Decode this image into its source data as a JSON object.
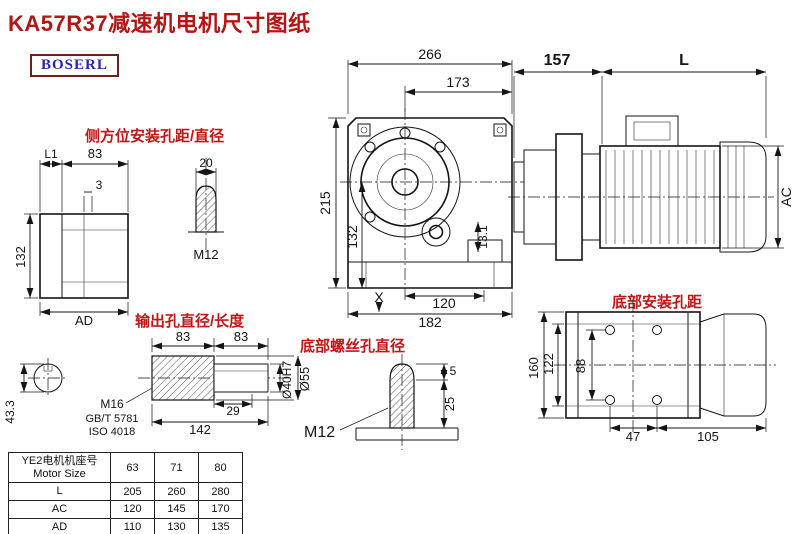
{
  "title": "KA57R37减速机电机尺寸图纸",
  "logo": "BOSERL",
  "front": {
    "d266": "266",
    "d173": "173",
    "d215": "215",
    "d132": "132",
    "d120": "120",
    "d182": "182",
    "d131": "13.1",
    "x": "X"
  },
  "motor": {
    "d157": "157",
    "l": "L",
    "ac": "AC"
  },
  "side": {
    "label": "侧方位安装孔距/直径",
    "l1": "L1",
    "d83": "83",
    "d3": "3",
    "d20": "20",
    "d132": "132",
    "ad": "AD",
    "m12": "M12"
  },
  "output": {
    "label": "输出孔直径/长度",
    "d83a": "83",
    "d83b": "83",
    "m16": "M16",
    "gbt": "GB/T 5781",
    "iso": "ISO 4018",
    "d29": "29",
    "d142": "142",
    "d433": "43.3",
    "d40": "Ø40H7",
    "d55": "Ø55"
  },
  "bscrew": {
    "label": "底部螺丝孔直径",
    "m12": "M12",
    "d25": "25",
    "d5": "5"
  },
  "bmount": {
    "label": "底部安装孔距",
    "d160": "160",
    "d122": "122",
    "d88": "88",
    "d47": "47",
    "d105": "105"
  },
  "table": {
    "header_cn": "YE2电机机座号",
    "header_en": "Motor Size",
    "sizes": [
      "63",
      "71",
      "80"
    ],
    "rows": [
      {
        "label": "L",
        "values": [
          "205",
          "260",
          "280"
        ]
      },
      {
        "label": "AC",
        "values": [
          "120",
          "145",
          "170"
        ]
      },
      {
        "label": "AD",
        "values": [
          "110",
          "130",
          "135"
        ]
      }
    ]
  }
}
